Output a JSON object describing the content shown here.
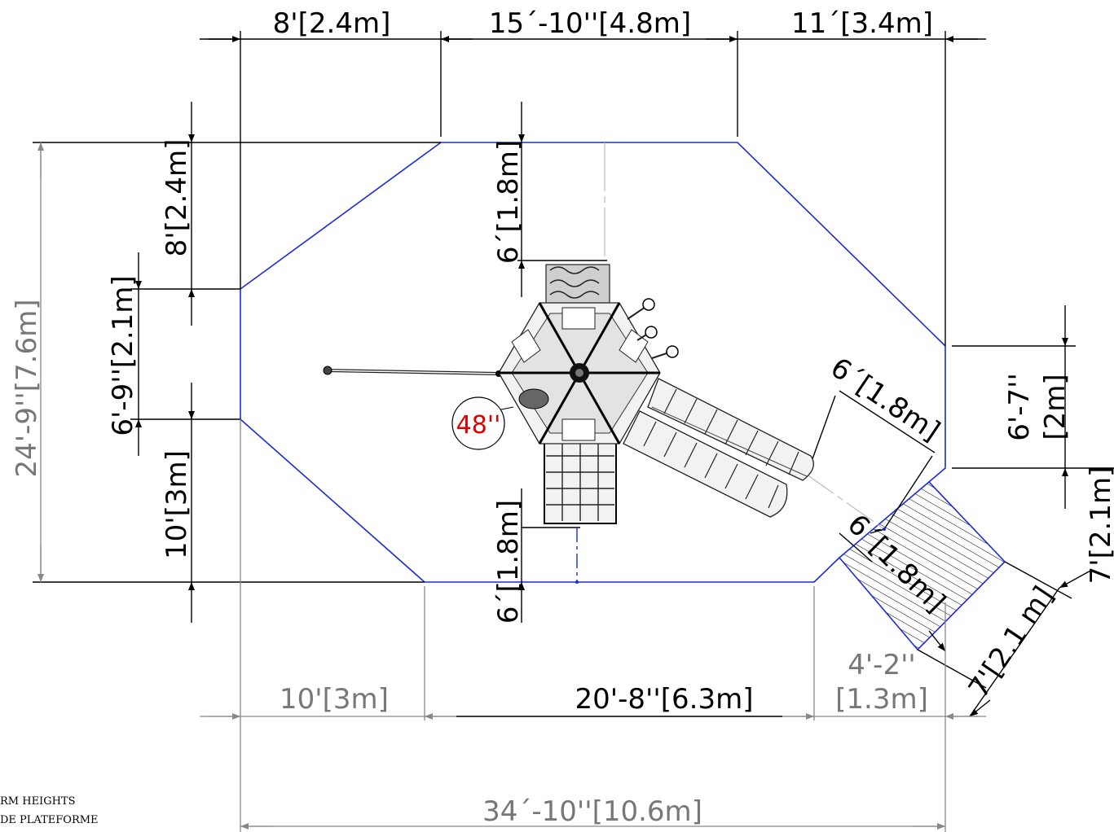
{
  "dimensions": {
    "top_left": "8'[2.4m]",
    "top_mid": "15´-10''[4.8m]",
    "top_right": "11´[3.4m]",
    "left_upper": "8'[2.4m]",
    "left_mid": "6'-9''[2.1m]",
    "left_lower": "10'[3m]",
    "overall_height": "24'-9''[7.6m]",
    "center_top": "6´[1.8m]",
    "center_bottom": "6´[1.8m]",
    "slide_exit": "6´[1.8m]",
    "exit_zone_depth": "6´[1.8m]",
    "exit_zone_length": "7'[2.1 m]",
    "right_upper_a": "6'-7''",
    "right_upper_b": "[2m]",
    "right_lower": "7'[2.1m]",
    "bottom_left": "10'[3m]",
    "bottom_mid": "20'-8''[6.3m]",
    "bottom_right_a": "4'-2''",
    "bottom_right_b": "[1.3m]",
    "overall_width": "34´-10''[10.6m]",
    "platform_height": "48''"
  },
  "notes": {
    "line1": "RM HEIGHTS",
    "line2": "DE PLATEFORME"
  },
  "colors": {
    "zone_outline": "#1a2bd8",
    "platform_height_text": "#e00000",
    "gray_dimension": "#777777"
  }
}
